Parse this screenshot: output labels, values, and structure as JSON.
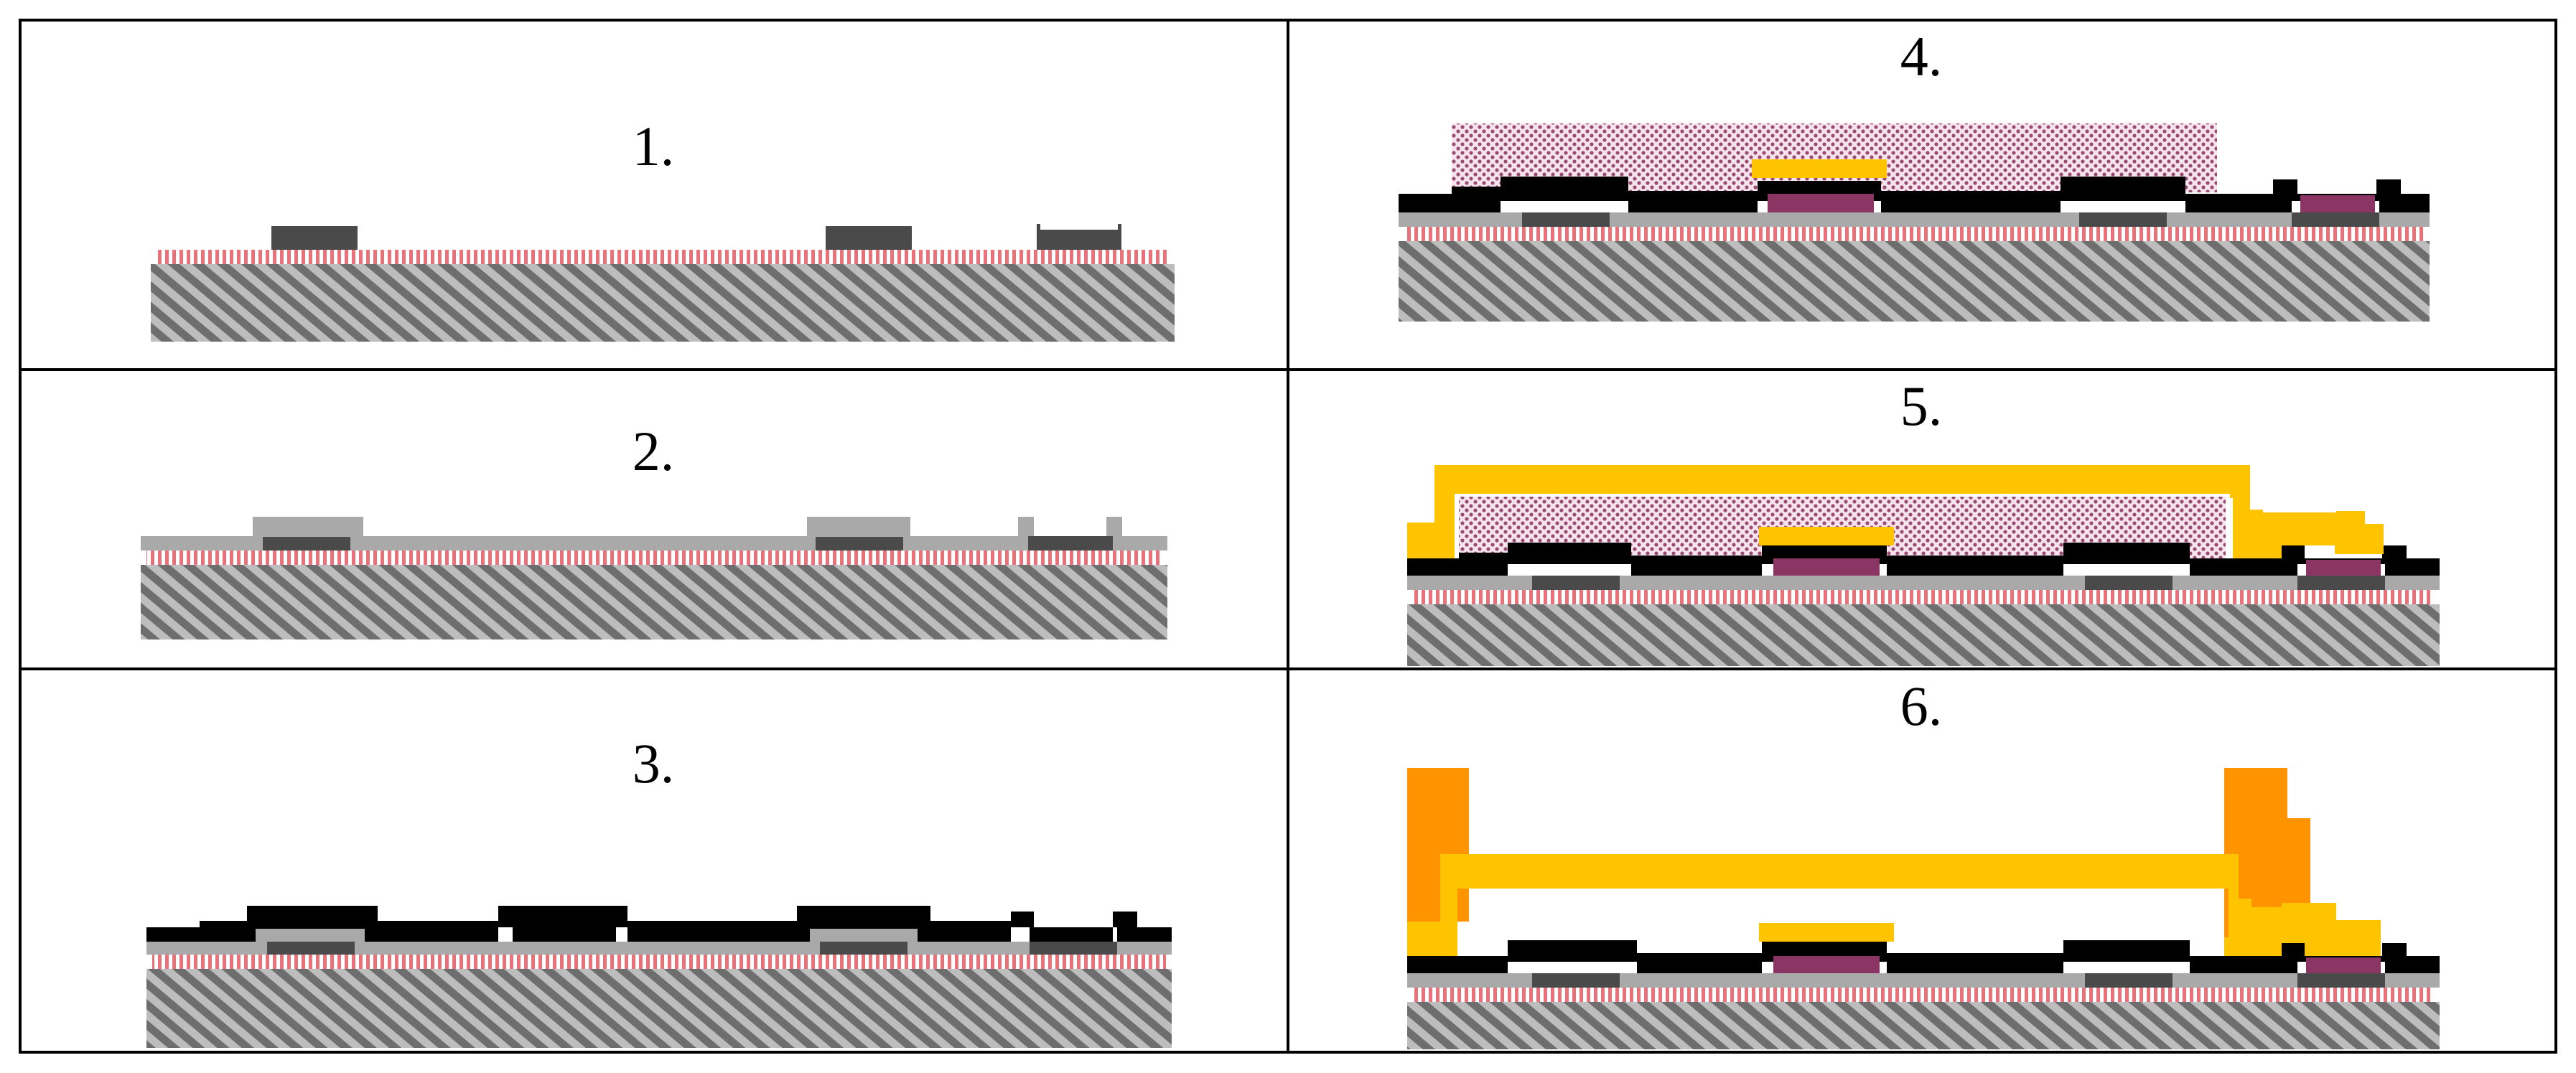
{
  "panels": [
    {
      "label": "1."
    },
    {
      "label": "2."
    },
    {
      "label": "3."
    },
    {
      "label": "4."
    },
    {
      "label": "5."
    },
    {
      "label": "6."
    }
  ],
  "colors": {
    "substrate_dark": "#6e6e6e",
    "substrate_light": "#bdbdbd",
    "barrier_red": "#e8717a",
    "electrode_dark": "#4a4a4a",
    "oxide_gray": "#a9a9a9",
    "nitride_black": "#000000",
    "contact_purple": "#8a3563",
    "sacrificial_pattern": "#9b4a73",
    "metal_yellow": "#ffc400",
    "metal_orange": "#ff9400",
    "border": "#000000"
  }
}
